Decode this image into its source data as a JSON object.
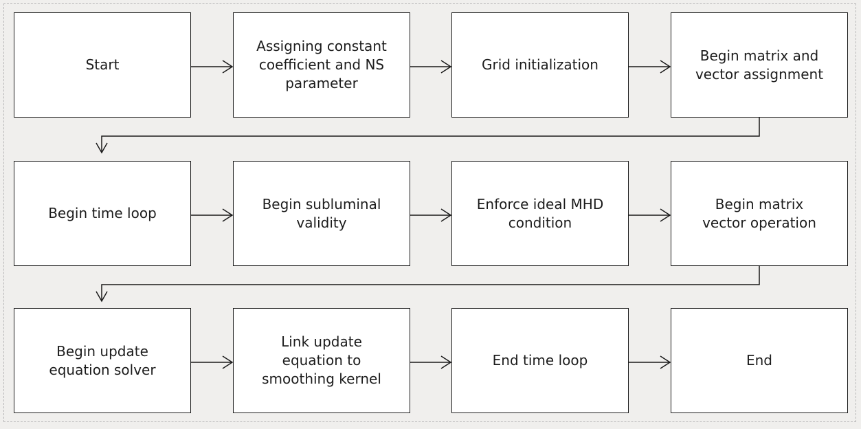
{
  "flowchart": {
    "rows": [
      {
        "steps": [
          {
            "name": "step-start",
            "label": "Start"
          },
          {
            "name": "step-assign-coefficients",
            "label": "Assigning constant\ncoefficient and NS\nparameter"
          },
          {
            "name": "step-grid-initialization",
            "label": "Grid initialization"
          },
          {
            "name": "step-matrix-vector-assignment",
            "label": "Begin matrix and\nvector assignment"
          }
        ]
      },
      {
        "steps": [
          {
            "name": "step-begin-time-loop",
            "label": "Begin time  loop"
          },
          {
            "name": "step-subluminal-validity",
            "label": "Begin subluminal\nvalidity"
          },
          {
            "name": "step-ideal-mhd",
            "label": "Enforce  ideal MHD\ncondition"
          },
          {
            "name": "step-matrix-vector-operation",
            "label": "Begin matrix\nvector operation"
          }
        ]
      },
      {
        "steps": [
          {
            "name": "step-update-equation-solver",
            "label": "Begin update\nequation solver"
          },
          {
            "name": "step-link-smoothing-kernel",
            "label": "Link update\nequation to\nsmoothing kernel"
          },
          {
            "name": "step-end-time-loop",
            "label": "End time loop"
          },
          {
            "name": "step-end",
            "label": "End"
          }
        ]
      }
    ]
  }
}
